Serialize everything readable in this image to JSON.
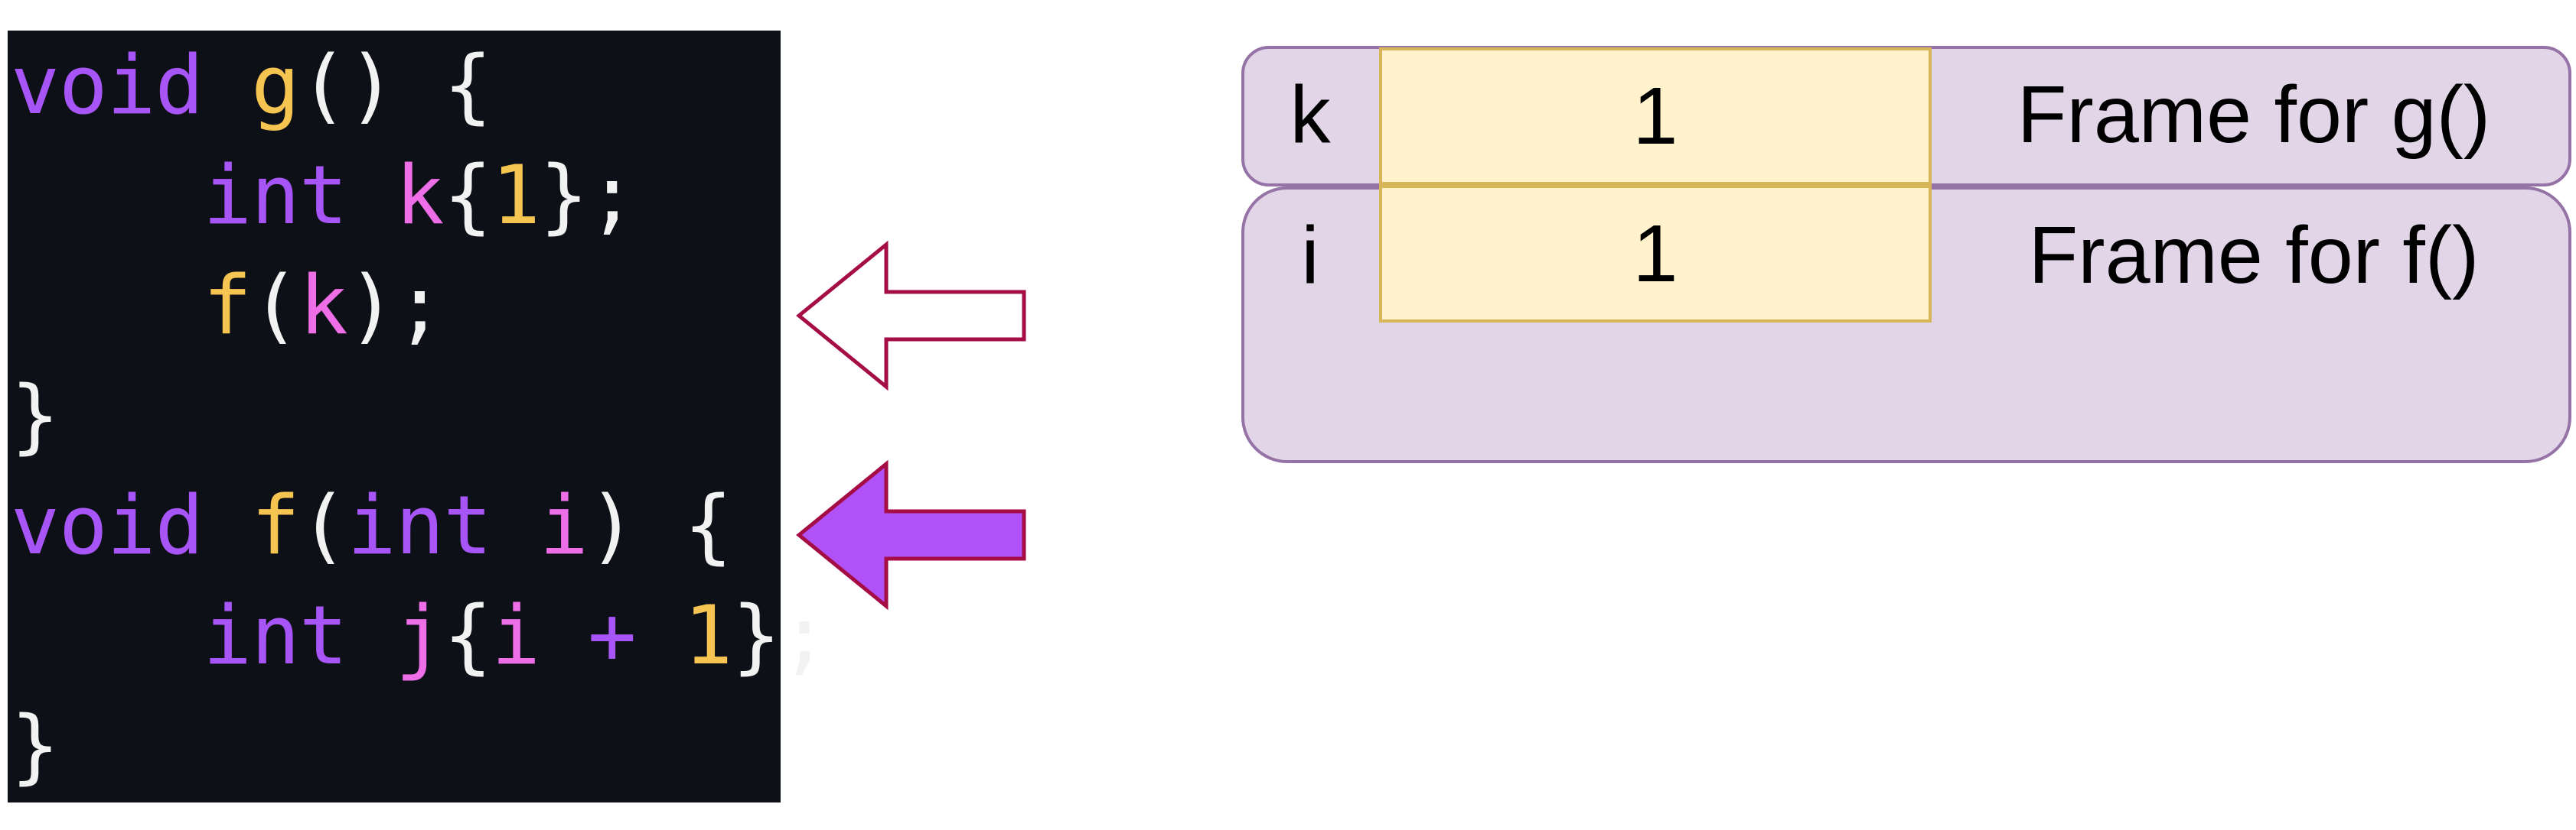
{
  "code": {
    "lines": [
      [
        {
          "t": "void",
          "c": "kw"
        },
        {
          "t": " ",
          "c": "pn"
        },
        {
          "t": "g",
          "c": "fn"
        },
        {
          "t": "() {",
          "c": "pn"
        }
      ],
      [
        {
          "t": "    ",
          "c": "pn"
        },
        {
          "t": "int",
          "c": "kw"
        },
        {
          "t": " ",
          "c": "pn"
        },
        {
          "t": "k",
          "c": "id"
        },
        {
          "t": "{",
          "c": "pn"
        },
        {
          "t": "1",
          "c": "num"
        },
        {
          "t": "};",
          "c": "pn"
        }
      ],
      [
        {
          "t": "    ",
          "c": "pn"
        },
        {
          "t": "f",
          "c": "fn"
        },
        {
          "t": "(",
          "c": "pn"
        },
        {
          "t": "k",
          "c": "id"
        },
        {
          "t": ");",
          "c": "pn"
        }
      ],
      [
        {
          "t": "}",
          "c": "pn"
        }
      ],
      [
        {
          "t": "void",
          "c": "kw"
        },
        {
          "t": " ",
          "c": "pn"
        },
        {
          "t": "f",
          "c": "fn"
        },
        {
          "t": "(",
          "c": "pn"
        },
        {
          "t": "int",
          "c": "kw"
        },
        {
          "t": " ",
          "c": "pn"
        },
        {
          "t": "i",
          "c": "id"
        },
        {
          "t": ") {",
          "c": "pn"
        }
      ],
      [
        {
          "t": "    ",
          "c": "pn"
        },
        {
          "t": "int",
          "c": "kw"
        },
        {
          "t": " ",
          "c": "pn"
        },
        {
          "t": "j",
          "c": "id"
        },
        {
          "t": "{",
          "c": "pn"
        },
        {
          "t": "i",
          "c": "id"
        },
        {
          "t": " ",
          "c": "pn"
        },
        {
          "t": "+",
          "c": "op"
        },
        {
          "t": " ",
          "c": "pn"
        },
        {
          "t": "1",
          "c": "num"
        },
        {
          "t": "};",
          "c": "pn"
        }
      ],
      [
        {
          "t": "}",
          "c": "pn"
        }
      ]
    ]
  },
  "arrows": {
    "previous_color": "#ffffff",
    "current_color": "#b052f8",
    "stroke_color": "#a50d45"
  },
  "frames": {
    "g": {
      "var": "k",
      "value": "1",
      "label": "Frame for g()"
    },
    "f": {
      "var": "i",
      "value": "1",
      "label": "Frame for f()"
    }
  },
  "colors": {
    "frame_fill": "#e1d5e7",
    "frame_border": "#9673a6",
    "cell_fill": "#fff2cc",
    "cell_border": "#d6b656",
    "code_bg": "#0d1117"
  }
}
